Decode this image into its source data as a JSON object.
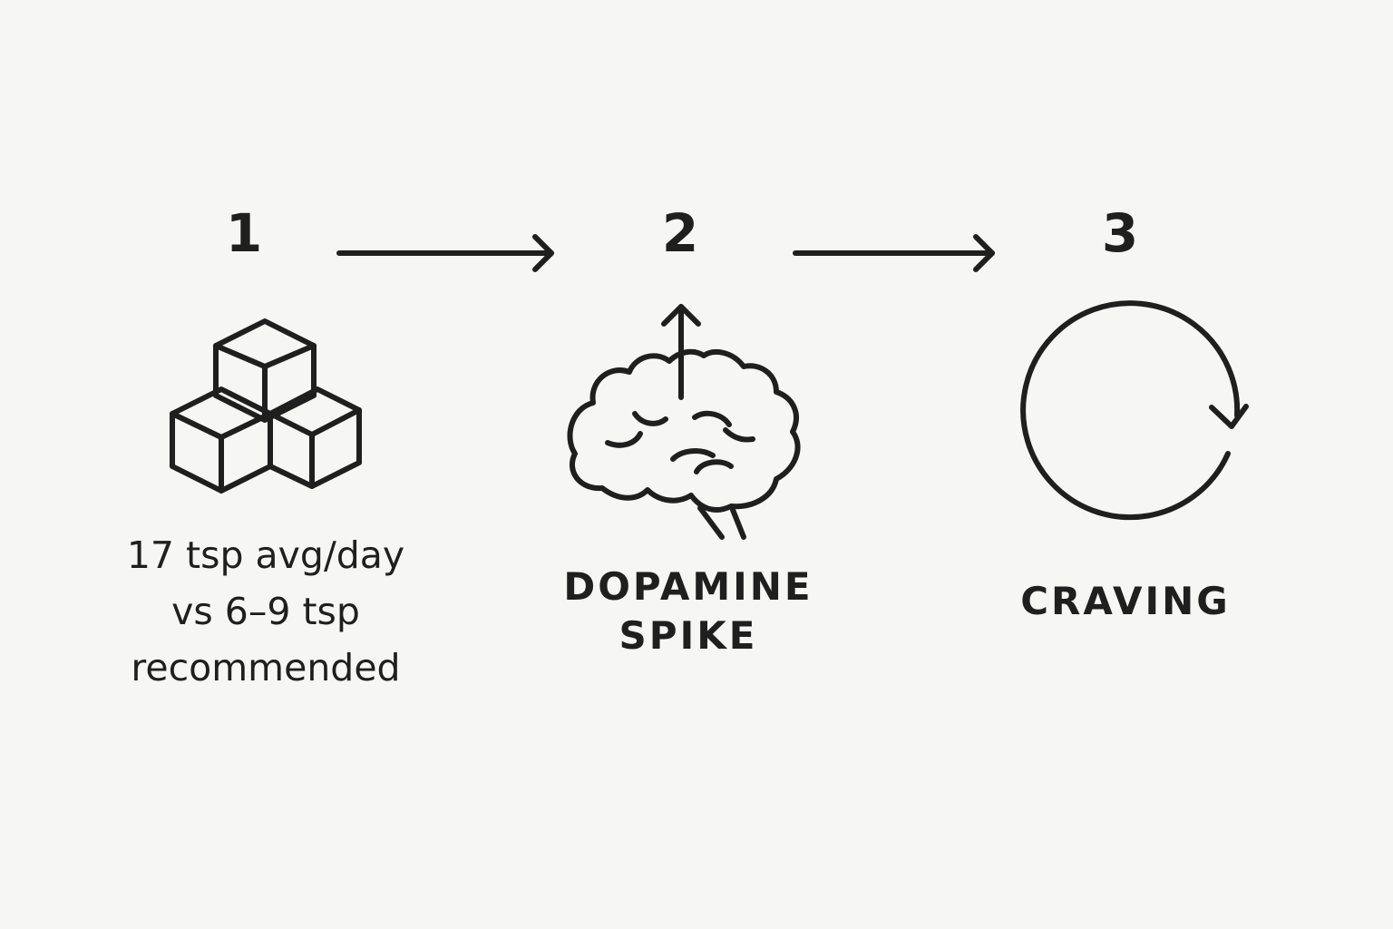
{
  "steps": [
    {
      "number": "1",
      "icon": "sugar-cubes-icon",
      "caption_lines": [
        "17 tsp avg/day",
        "vs 6–9 tsp",
        "recommended"
      ]
    },
    {
      "number": "2",
      "icon": "brain-with-up-arrow-icon",
      "caption_lines": [
        "DOPAMINE",
        "SPIKE"
      ]
    },
    {
      "number": "3",
      "icon": "cycle-arrow-icon",
      "caption_lines": [
        "CRAVING"
      ]
    }
  ],
  "connectors": [
    "arrow-right",
    "arrow-right"
  ],
  "colors": {
    "background": "#f6f6f5",
    "ink": "#1f1f1f"
  }
}
